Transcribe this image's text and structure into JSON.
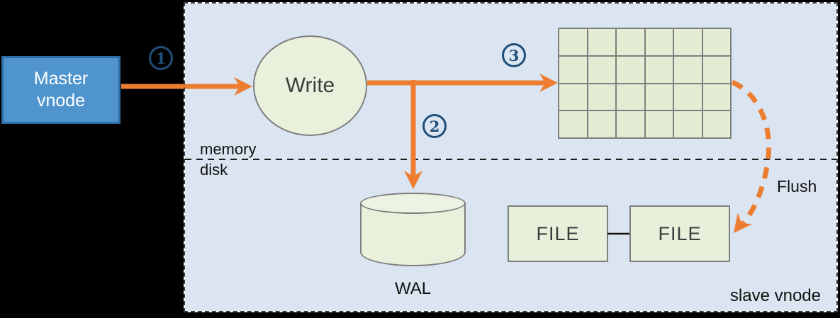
{
  "diagram": {
    "master_vnode": {
      "line1": "Master",
      "line2": "vnode"
    },
    "write_label": "Write",
    "steps": [
      {
        "id": "step-1",
        "label": "1"
      },
      {
        "id": "step-2",
        "label": "2"
      },
      {
        "id": "step-3",
        "label": "3"
      }
    ],
    "memory_label": "memory",
    "disk_label": "disk",
    "mem_table": {
      "rows": 4,
      "cols": 6
    },
    "wal_label": "WAL",
    "file1_label": "FILE",
    "file2_label": "FILE",
    "flush_label": "Flush",
    "slave_vnode_label": "slave vnode",
    "colors": {
      "arrow_orange": "#ED7D31",
      "step_badge_navy": "#1F4E79",
      "panel_bg": "#DBE5F1",
      "node_green_fill": "#E7F0DA",
      "node_gray_border": "#7F7F7F",
      "master_blue_fill": "#5094CE",
      "master_blue_border": "#2E6DA4",
      "outside_bg": "#000000"
    }
  }
}
